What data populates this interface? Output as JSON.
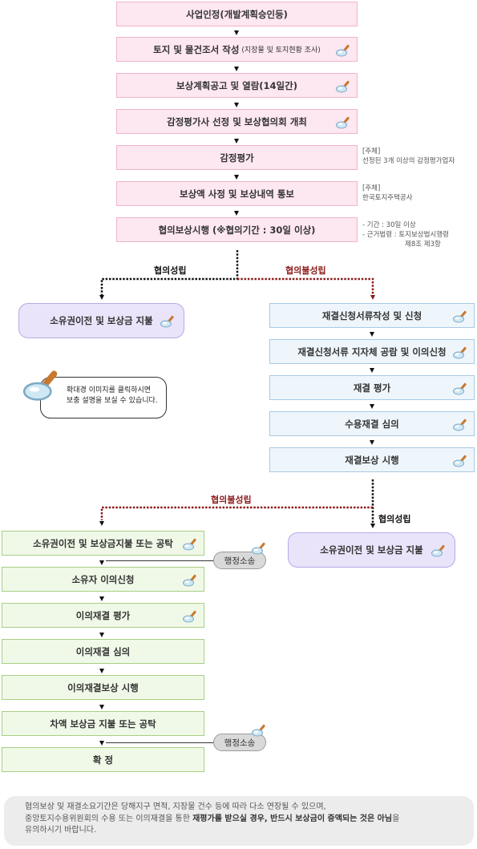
{
  "steps": {
    "s1": "사업인정(개발계획승인등)",
    "s2": "토지 및 물건조서 작성",
    "s2_sub": "(지장물 및 토지현황 조사)",
    "s3": "보상계획공고 및 열람(14일간)",
    "s4": "감정평가사 선정 및 보상협의회 개최",
    "s5": "감정평가",
    "s6": "보상액 사정 및 보상내역 통보",
    "s7": "협의보상시행 (※협의기간 : 30일 이상)",
    "left_transfer": "소유권이전 및 보상금 지불",
    "r1": "재결신청서류작성 및 신청",
    "r2": "재결신청서류 지자체 공람 및 이의신청",
    "r3": "재결 평가",
    "r4": "수용재결 심의",
    "r5": "재결보상 시행",
    "right_transfer": "소유권이전 및 보상금 지불",
    "g1": "소유권이전 및 보상금지불 또는 공탁",
    "g2": "소유자 이의신청",
    "g3": "이의재결 평가",
    "g4": "이의재결 심의",
    "g5": "이의재결보상 시행",
    "g6": "차액 보상금 지불 또는 공탁",
    "g7": "확 정"
  },
  "notes": {
    "n5_title": "[주체]",
    "n5_body": "선정된 3개 이상의 감정평가업자",
    "n6_title": "[주체]",
    "n6_body": "한국토지주택공사",
    "n7_line1": "- 기간 : 30일 이상",
    "n7_line2": "- 근거법령 : 토지보상법시행령",
    "n7_line3": "제8조 제3항"
  },
  "labels": {
    "agree1": "협의성립",
    "disagree1": "협의불성립",
    "disagree2": "협의불성립",
    "agree2": "협의성립",
    "lawsuit1": "행정소송",
    "lawsuit2": "행정소송"
  },
  "bubble": {
    "line1": "확대경 이미지를 클릭하시면",
    "line2": "보충 설명을 보실 수 있습니다."
  },
  "footer": {
    "line1": "협의보상 및 재결소요기간은 당해지구 면적, 지장물 건수 등에 따라 다소 연장될 수 있으며,",
    "line2a": "중앙토지수용위원회의 수용 또는 이의재결을 통한 ",
    "line2b": "재평가를 받으실 경우, 반드시 보상금이 증액되는 것은 아님",
    "line2c": "을",
    "line3": "유의하시기 바랍니다."
  },
  "colors": {
    "pink_fill": "#fde7f1",
    "blue_fill": "#eef6fc",
    "green_fill": "#f0f9e8",
    "purple_fill": "#eae4fb",
    "disagree_red": "#8b1a1a"
  }
}
